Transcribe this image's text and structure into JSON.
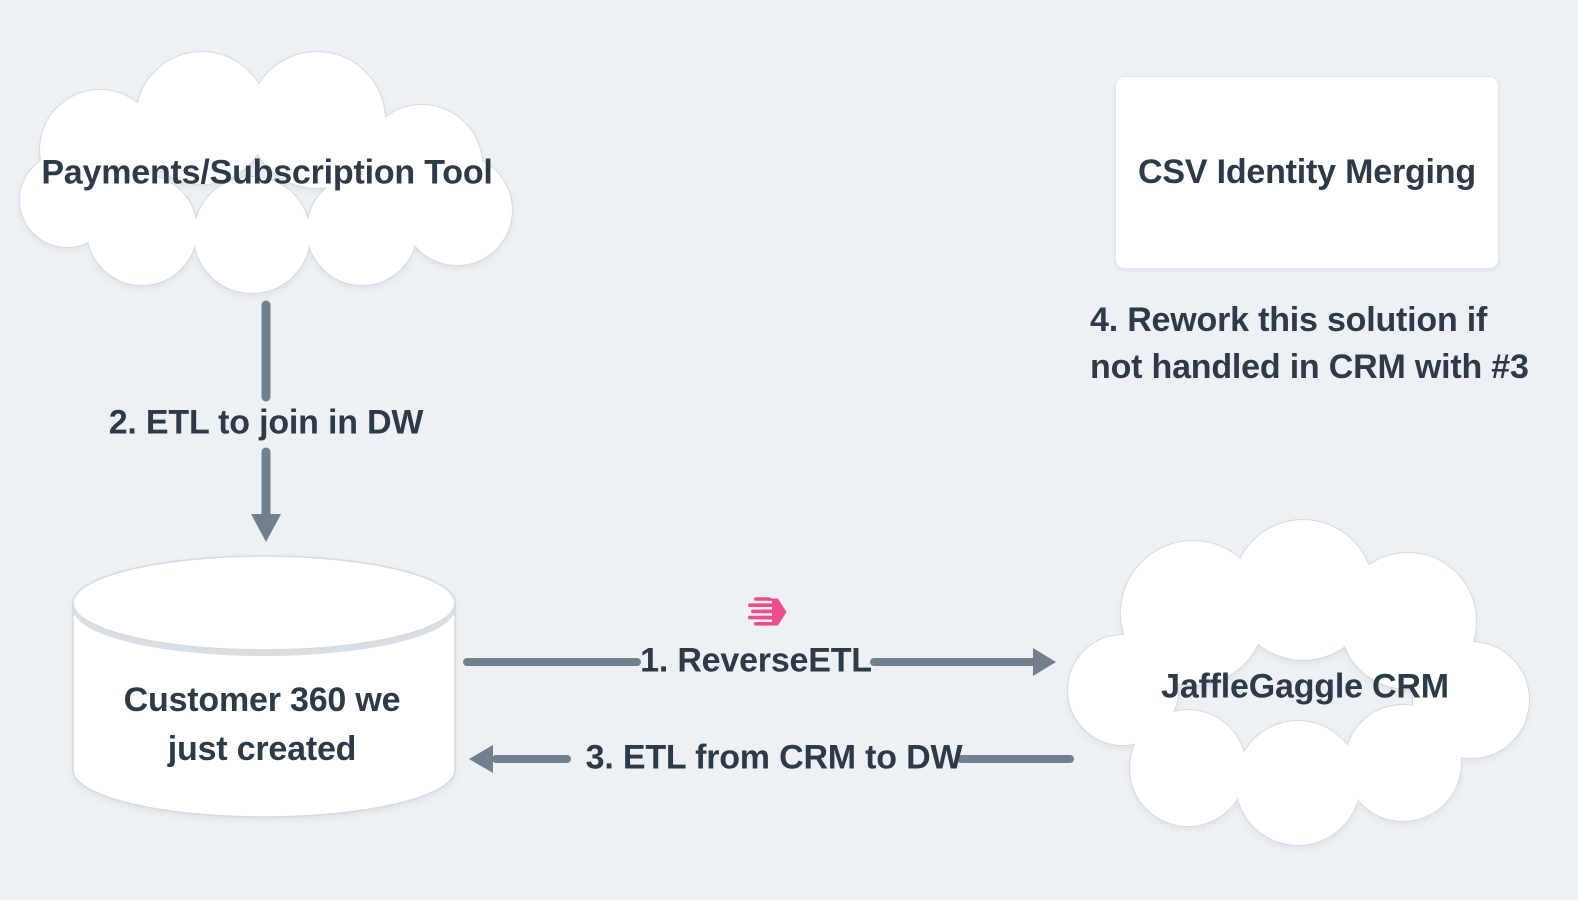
{
  "theme": {
    "background": "#edf1f5",
    "node_fill": "#ffffff",
    "node_border": "#d6dbe1",
    "text_color": "#2d3a47",
    "arrow_color": "#72808e",
    "accent_pink": "#ec4d8b"
  },
  "nodes": {
    "payments_cloud": {
      "type": "cloud",
      "label": "Payments/Subscription Tool"
    },
    "csv_box": {
      "type": "rectangle",
      "label": "CSV Identity Merging"
    },
    "warehouse_cylinder": {
      "type": "database-cylinder",
      "label_line1": "Customer 360 we",
      "label_line2": "just created"
    },
    "crm_cloud": {
      "type": "cloud",
      "label": "JaffleGaggle CRM"
    }
  },
  "edges": {
    "reverse_etl": {
      "label": "1. ReverseETL",
      "from": "warehouse_cylinder",
      "to": "crm_cloud",
      "direction": "right"
    },
    "etl_join": {
      "label": "2. ETL to join in DW",
      "from": "payments_cloud",
      "to": "warehouse_cylinder",
      "direction": "down"
    },
    "etl_from_crm": {
      "label": "3. ETL from CRM to DW",
      "from": "crm_cloud",
      "to": "warehouse_cylinder",
      "direction": "left"
    }
  },
  "annotations": {
    "rework_note": {
      "line1": "4. Rework this solution if",
      "line2": "not handled in CRM with #3"
    }
  },
  "icons": {
    "reverse_etl_tool": "census-speed-hexagon-icon"
  }
}
